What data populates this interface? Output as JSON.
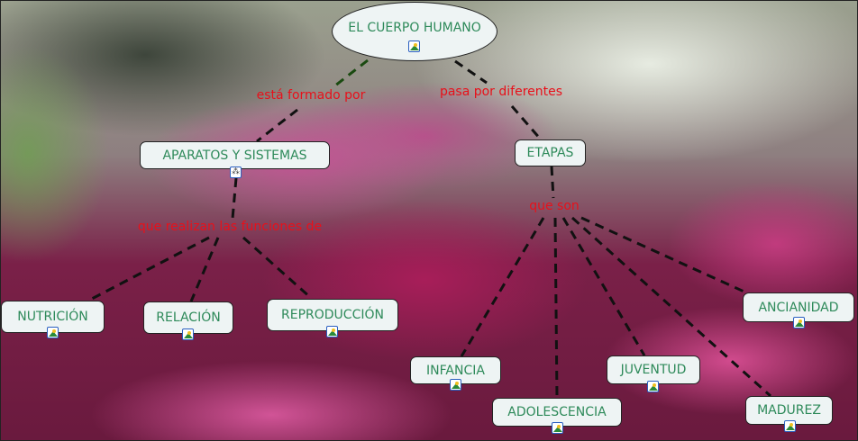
{
  "concepts": {
    "root": "EL CUERPO HUMANO",
    "aparatos": "APARATOS Y SISTEMAS",
    "etapas": "ETAPAS",
    "nutricion": "NUTRICIÓN",
    "relacion": "RELACIÓN",
    "reproduccion": "REPRODUCCIÓN",
    "infancia": "INFANCIA",
    "adolescencia": "ADOLESCENCIA",
    "juventud": "JUVENTUD",
    "ancianidad": "ANCIANIDAD",
    "madurez": "MADUREZ"
  },
  "linking_phrases": {
    "formado": "está formado por",
    "pasa": "pasa por diferentes",
    "funciones": "que realizan las funciones de",
    "que_son": "que son"
  },
  "icons": {
    "image_resource": "image-icon",
    "submap_resource": "concept-map-icon"
  },
  "colors": {
    "concept_text": "#2e8a5a",
    "linking_text": "#e8101a",
    "node_fill": "#eef4f4"
  }
}
